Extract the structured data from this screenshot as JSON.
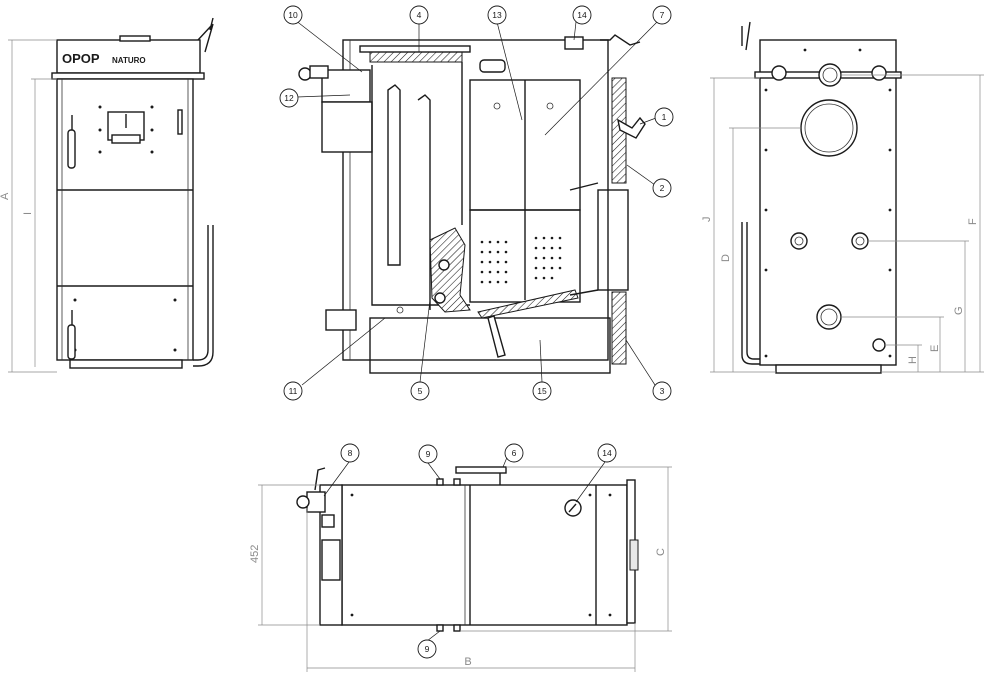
{
  "brand": {
    "logo": "OPOP",
    "model": "NATURO"
  },
  "dimensions": {
    "front": [
      "A",
      "I"
    ],
    "rear": [
      "J",
      "D",
      "F",
      "G",
      "E",
      "H"
    ],
    "top": [
      "452",
      "C",
      "B"
    ]
  },
  "callouts": {
    "section": [
      "10",
      "4",
      "13",
      "14",
      "7",
      "12",
      "1",
      "2",
      "11",
      "5",
      "15",
      "3"
    ],
    "top": [
      "8",
      "9",
      "6",
      "14",
      "9"
    ]
  }
}
